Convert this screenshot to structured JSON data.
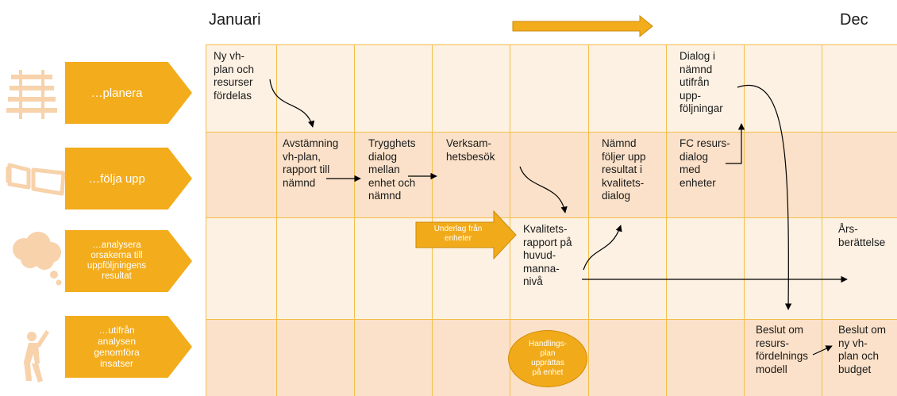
{
  "header": {
    "start_month": "Januari",
    "end_month": "Dec"
  },
  "rows": [
    {
      "label": "…planera",
      "icon": "railroad-track-icon"
    },
    {
      "label": "…följa upp",
      "icon": "3d-glasses-icon"
    },
    {
      "label": "…analysera\norsakerna till\nuppföljningens\nresultat",
      "icon": "thought-cloud-icon"
    },
    {
      "label": "…utifrån\nanalysen\ngenomföra\ninsatser",
      "icon": "person-reaching-icon"
    }
  ],
  "cells": {
    "ny_vh_plan": "Ny vh-\nplan och\nresurser\nfördelas",
    "dialog_namnd": "Dialog i\nnämnd\nutifrån\nupp-\nföljningar",
    "avstamning": "Avstämning\nvh-plan,\nrapport till\nnämnd",
    "trygghet": "Trygghets\ndialog\nmellan\nenhet och\nnämnd",
    "verksamhet": "Verksam-\nhetsbesök",
    "namnd_foljer": "Nämnd\nföljer upp\nresultat i\nkvalitets-\ndialog",
    "fc_resurs": "FC resurs-\ndialog\nmed\nenheter",
    "kvalitetsrapport": "Kvalitets-\nrapport på\nhuvud-\nmanna-\nnivå",
    "arsberattelse": "Års-\nberättelse",
    "beslut_resurs": "Beslut om\nresurs-\nfördelnings\nmodell",
    "beslut_vh": "Beslut om\nny vh-\nplan och\nbudget"
  },
  "callouts": {
    "underlag": "Underlag från\nenheter",
    "handlingsplan": "Handlings-\nplan\nupprättas\npå enhet"
  },
  "colors": {
    "accent": "#f3ac1b",
    "grid_line": "#f3bf4a",
    "row_fill_light": "#fdf1e3",
    "row_fill_dark": "#fbe1c9",
    "icon_tint": "#f7d2ab"
  }
}
